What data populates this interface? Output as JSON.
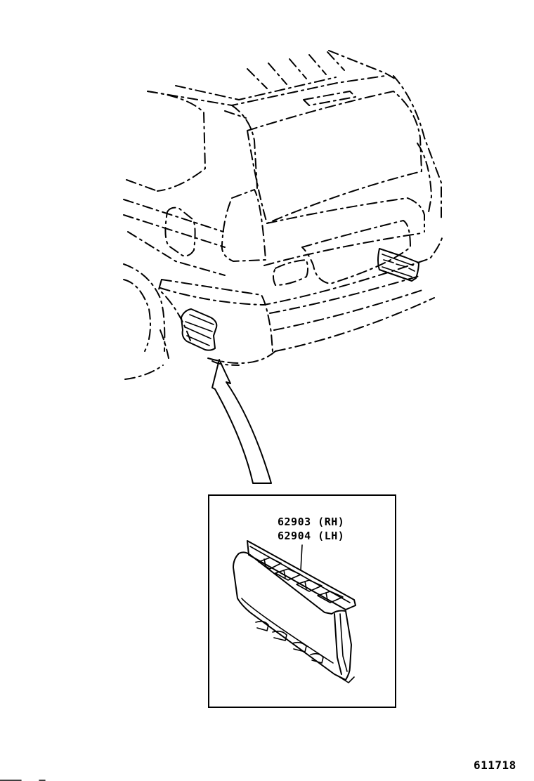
{
  "callout": {
    "part_rh": "62903 (RH)",
    "part_lh": "62904 (LH)"
  },
  "illustration_number": "611718",
  "colors": {
    "ink": "#000000",
    "paper": "#ffffff"
  },
  "icons": {
    "pointer": "curved-arrow-icon"
  }
}
